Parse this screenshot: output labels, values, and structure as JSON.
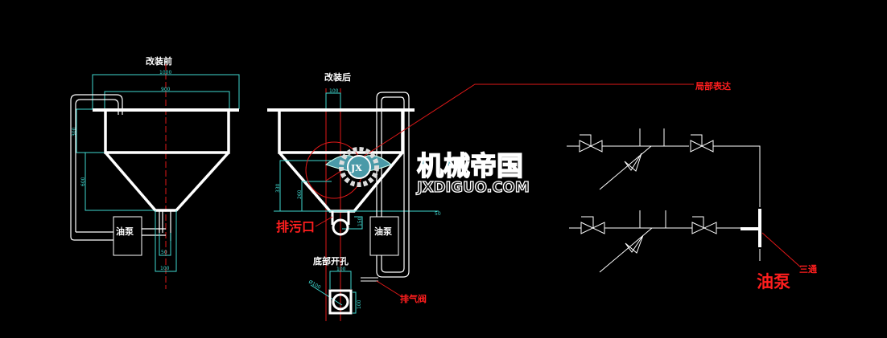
{
  "before": {
    "title": "改装前",
    "pump": "油泵",
    "dims": {
      "top_outer": "1000",
      "top_inner": "900",
      "tank_height": "300",
      "hopper_height": "600",
      "outlet_inner": "50",
      "outlet_outer": "100"
    }
  },
  "after": {
    "title": "改装后",
    "pump": "油泵",
    "drain": "排污口",
    "bottom_hole": "底部开孔",
    "vent_valve": "排气阀",
    "dims": {
      "top": "100",
      "h1": "330",
      "h2": "260",
      "h3": "150",
      "right": "50",
      "hole_w": "100",
      "hole_d": "Ø100",
      "hole_h": "100"
    }
  },
  "detail": {
    "label": "局部表达",
    "pump": "油泵",
    "tee": "三通"
  },
  "watermark": {
    "name": "机械帝国",
    "url": "JXDIGUO.COM",
    "emblem": "JX"
  },
  "colors": {
    "background": "#000000",
    "outline": "#ffffff",
    "dimension": "#3fd8d0",
    "annotation": "#ff1e1e"
  }
}
